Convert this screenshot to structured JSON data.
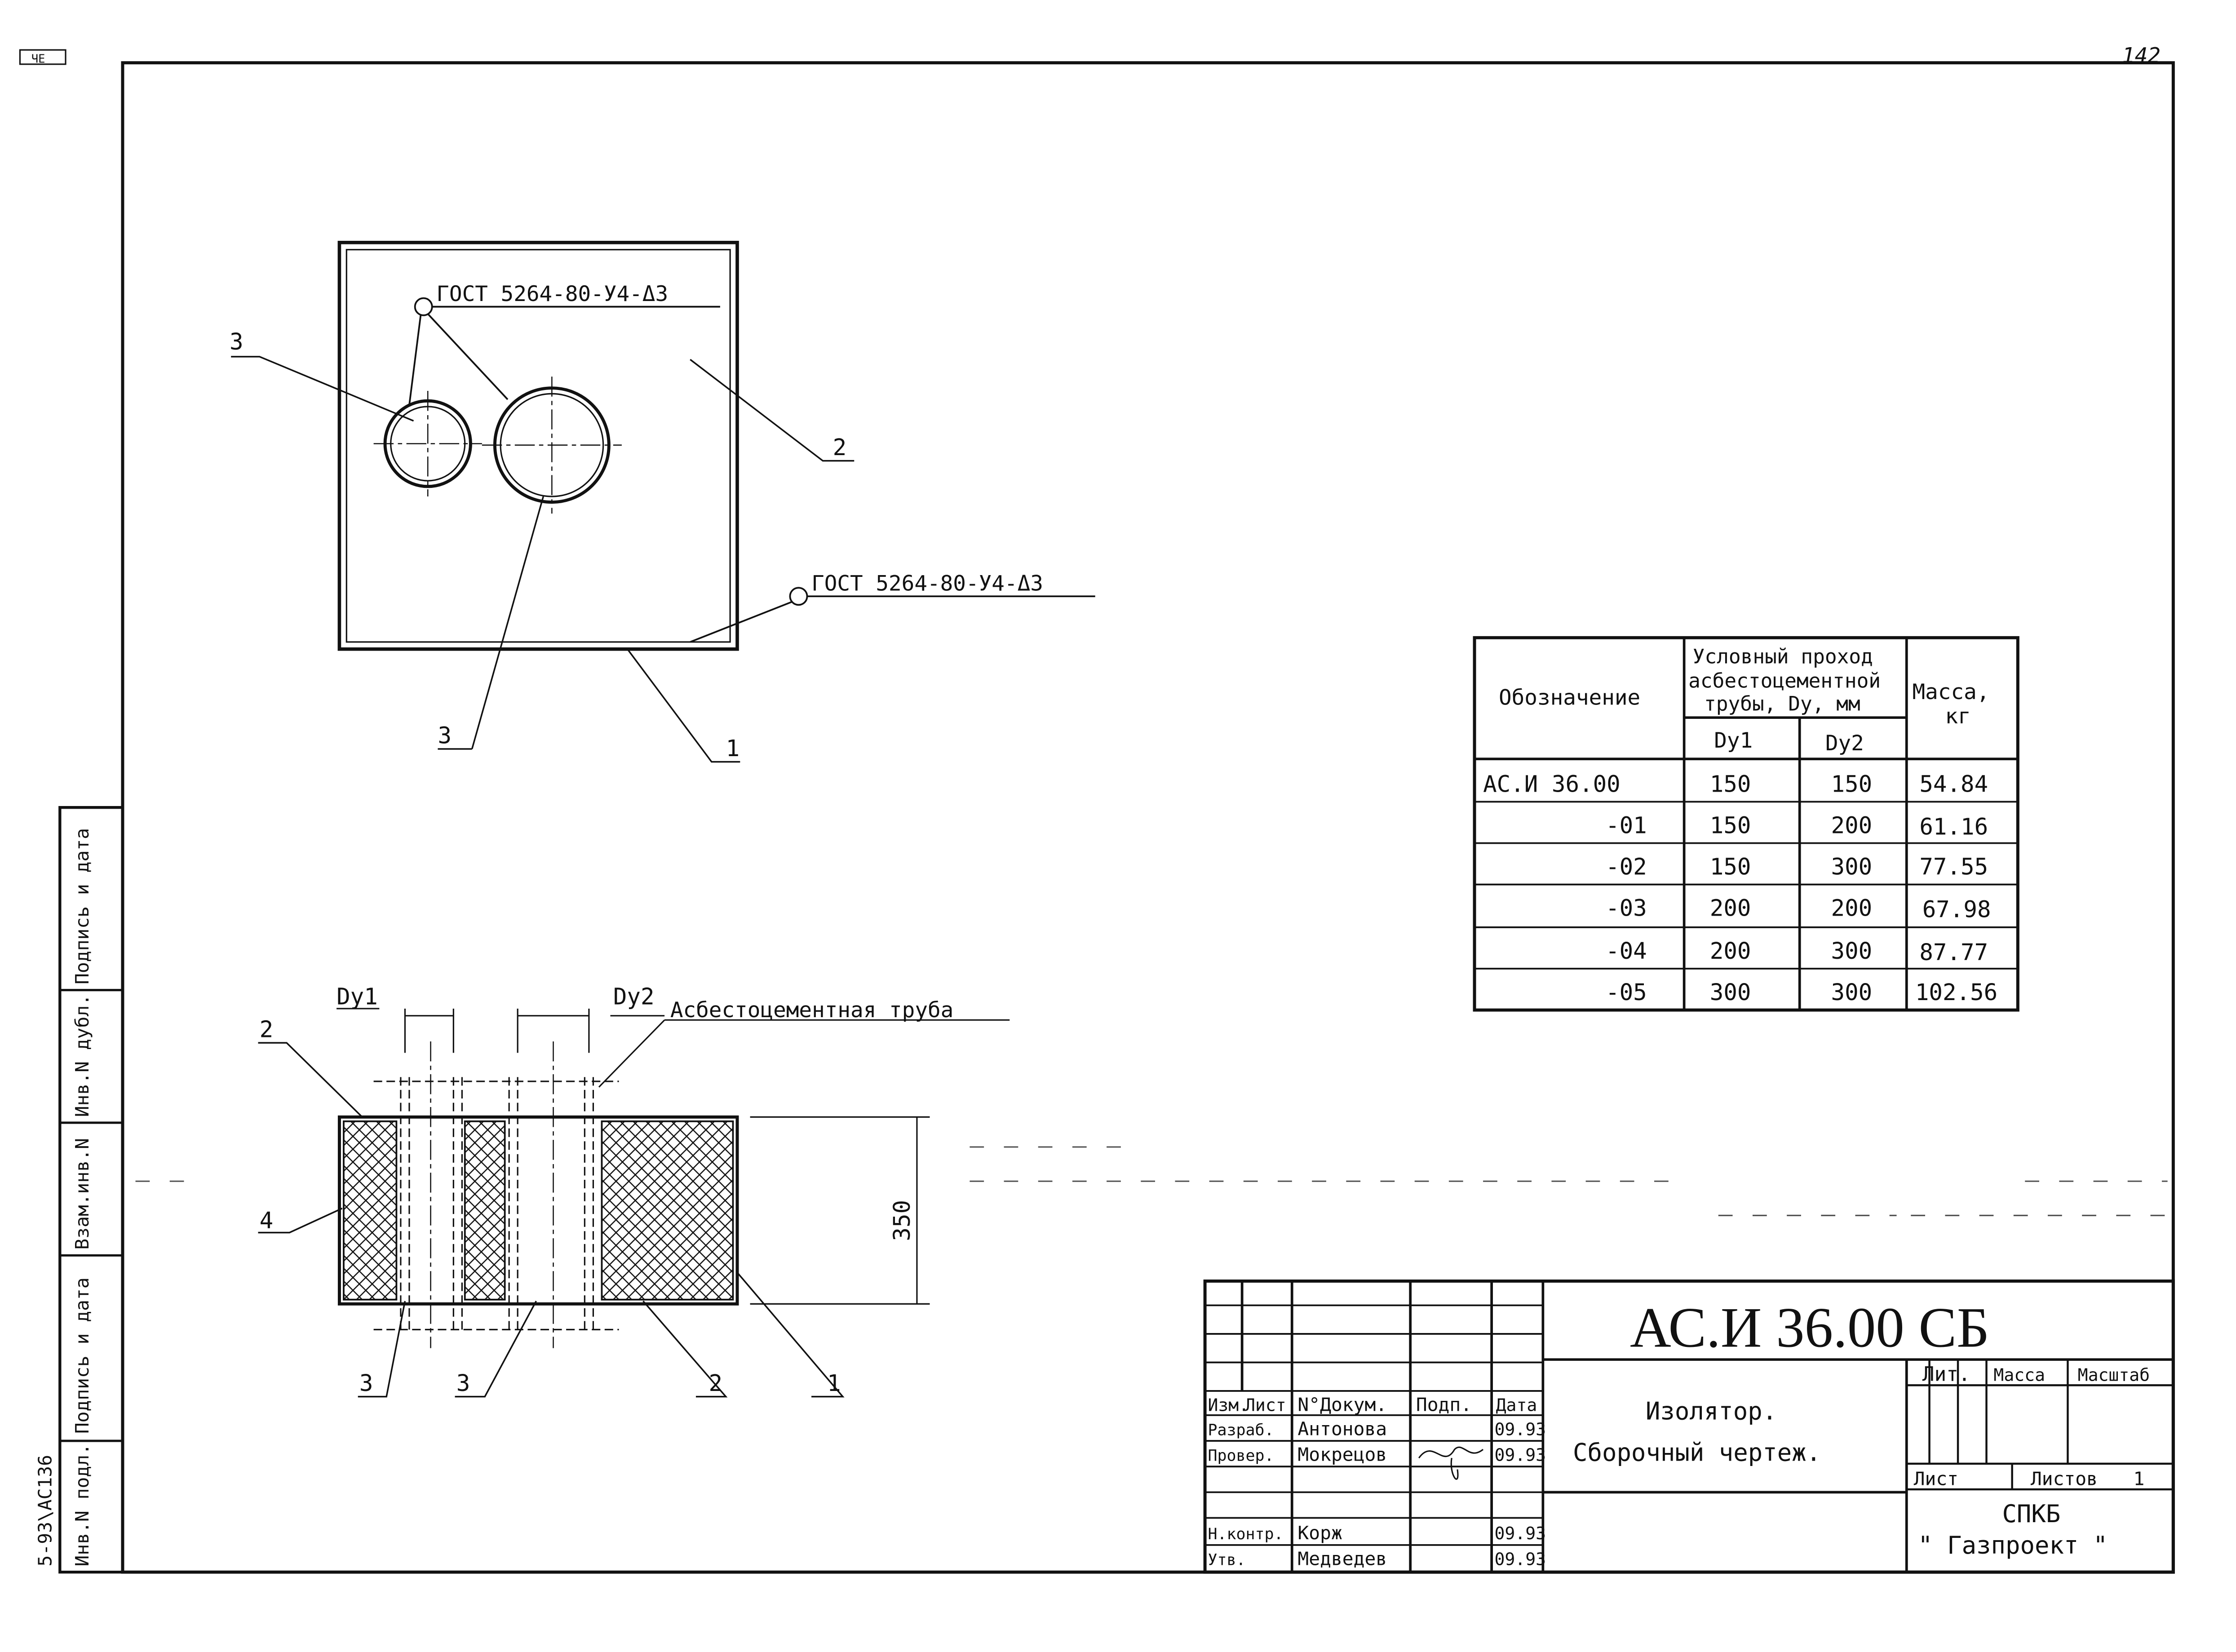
{
  "page_number": "142",
  "corner_mark": "ЧЕ",
  "view_top": {
    "weld_note_1": "ГОСТ 5264-80-У4-Δ3",
    "weld_note_2": "ГОСТ 5264-80-У4-Δ3",
    "callouts": {
      "c3_top": "3",
      "c2": "2",
      "c3_bottom": "3",
      "c1": "1"
    }
  },
  "view_section": {
    "dim_dy1": "Dу1",
    "dim_dy2": "Dу2",
    "pipe_label": "Асбестоцементная труба",
    "height_dim": "350",
    "callouts": {
      "c2": "2",
      "c4": "4",
      "c3a": "3",
      "c3b": "3",
      "c2b": "2",
      "c1": "1"
    }
  },
  "spec_table": {
    "col_designation": "Обозначение",
    "col_bore": "Условный проход асбестоцементной трубы, Dу, мм",
    "col_bore_lines": [
      "Условный проход",
      "асбестоцементной",
      "трубы, Dу, мм"
    ],
    "col_dy1": "Dу1",
    "col_dy2": "Dу2",
    "col_mass_lines": [
      "Масса,",
      "кг"
    ],
    "rows": [
      {
        "designation": "АС.И 36.00",
        "dy1": "150",
        "dy2": "150",
        "mass": "54.84"
      },
      {
        "designation": "-01",
        "dy1": "150",
        "dy2": "200",
        "mass": "61.16"
      },
      {
        "designation": "-02",
        "dy1": "150",
        "dy2": "300",
        "mass": "77.55"
      },
      {
        "designation": "-03",
        "dy1": "200",
        "dy2": "200",
        "mass": "67.98"
      },
      {
        "designation": "-04",
        "dy1": "200",
        "dy2": "300",
        "mass": "87.77"
      },
      {
        "designation": "-05",
        "dy1": "300",
        "dy2": "300",
        "mass": "102.56"
      }
    ]
  },
  "side_stamp": {
    "cells": [
      "Инв.N подл.",
      "Подпись и дата",
      "Взам.инв.N",
      "Инв.N дубл.",
      "Подпись и дата"
    ],
    "archive_code": "5-93\\АС136"
  },
  "title_block": {
    "code": "АС.И 36.00 СБ",
    "title_line1": "Изолятор.",
    "title_line2": "Сборочный чертеж.",
    "header": {
      "izm": "Изм.",
      "list": "Лист",
      "doc": "N°Докум.",
      "sign": "Подп.",
      "date": "Дата"
    },
    "roles": [
      {
        "role": "Разраб.",
        "name": "Антонова",
        "date": "09.93"
      },
      {
        "role": "Провер.",
        "name": "Мокрецов",
        "date": "09.93"
      },
      {
        "role": "Н.контр.",
        "name": "Корж",
        "date": "09.93"
      },
      {
        "role": "Утв.",
        "name": "Медведев",
        "date": "09.93"
      }
    ],
    "lit_label": "Лит.",
    "mass_label": "Масса",
    "scale_label": "Масштаб",
    "sheet_label": "Лист",
    "sheets_label": "Листов",
    "sheets_count": "1",
    "org_line1": "СПКБ",
    "org_line2": "\" Газпроект \""
  }
}
